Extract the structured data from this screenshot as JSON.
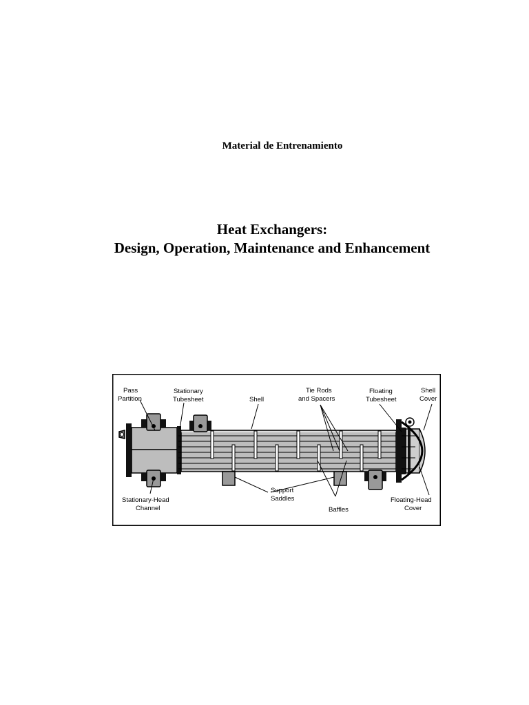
{
  "document": {
    "subtitle": "Material de Entrenamiento",
    "title_line1": "Heat Exchangers:",
    "title_line2": "Design, Operation, Maintenance and Enhancement"
  },
  "figure": {
    "labels": {
      "pass_partition": [
        "Pass",
        "Partition"
      ],
      "stationary_tubesheet": [
        "Stationary",
        "Tubesheet"
      ],
      "shell": [
        "Shell"
      ],
      "tie_rods": [
        "Tie Rods",
        "and Spacers"
      ],
      "floating_tubesheet": [
        "Floating",
        "Tubesheet"
      ],
      "shell_cover": [
        "Shell",
        "Cover"
      ],
      "stationary_head": [
        "Stationary-Head",
        "Channel"
      ],
      "support_saddles": [
        "Support",
        "Saddles"
      ],
      "baffles": [
        "Baffles"
      ],
      "floating_head_cover": [
        "Floating-Head",
        "Cover"
      ]
    }
  }
}
